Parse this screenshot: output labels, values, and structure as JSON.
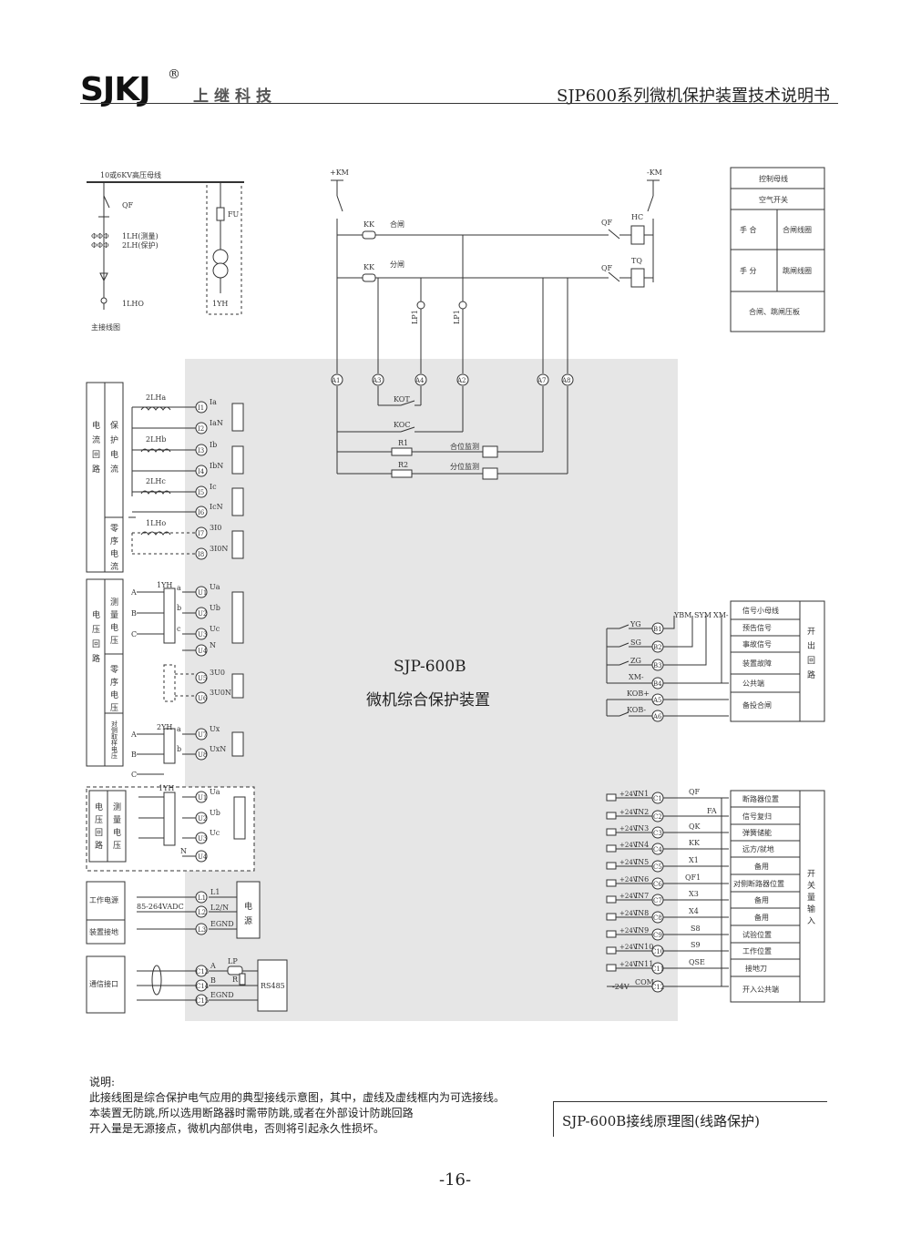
{
  "header": {
    "logo": "SJKJ",
    "registered": "®",
    "company": "上继科技",
    "doc_title": "SJP600系列微机保护装置技术说明书"
  },
  "main_wiring": {
    "bus_label": "10或6KV高压母线",
    "breaker": "QF",
    "ct_measure": "1LH(测量)",
    "ct_protect": "2LH(保护)",
    "zero_ct": "1LHO",
    "fuse": "FU",
    "pt": "1YH",
    "caption": "主接线图"
  },
  "control_circuit": {
    "pos_bus": "+KM",
    "neg_bus": "-KM",
    "kk": "KK",
    "close_label": "合闸",
    "open_label": "分闸",
    "qf": "QF",
    "hc": "HC",
    "tq": "TQ",
    "lp1": "LP1",
    "kot": "KOT",
    "koc": "KOC",
    "r1": "R1",
    "r2": "R2",
    "closed_monitor": "合位监测",
    "open_monitor": "分位监测",
    "terminals": [
      "A1",
      "A3",
      "A4",
      "A2",
      "A7",
      "A8"
    ]
  },
  "legend_table": {
    "row1": "控制母线",
    "row2": "空气开关",
    "row3_left": "手  合",
    "row3_right": "合闸线圈",
    "row4_left": "手  分",
    "row4_right": "跳闸线圈",
    "row5": "合闸、跳闸压板"
  },
  "current_circuit": {
    "group_label": [
      "电",
      "流",
      "回",
      "路"
    ],
    "prot_label": [
      "保",
      "护",
      "电",
      "流"
    ],
    "zero_label": [
      "零",
      "序",
      "电",
      "流"
    ],
    "ct_labels": [
      "2LHa",
      "2LHb",
      "2LHc",
      "1LHo"
    ],
    "terminals": [
      {
        "num": "I1",
        "sig": "Ia"
      },
      {
        "num": "I2",
        "sig": "IaN"
      },
      {
        "num": "I3",
        "sig": "Ib"
      },
      {
        "num": "I4",
        "sig": "IbN"
      },
      {
        "num": "I5",
        "sig": "Ic"
      },
      {
        "num": "I6",
        "sig": "IcN"
      },
      {
        "num": "I7",
        "sig": "3I0"
      },
      {
        "num": "I8",
        "sig": "3I0N"
      }
    ]
  },
  "voltage_circuit": {
    "group_label": [
      "电",
      "压",
      "回",
      "路"
    ],
    "meas_label": [
      "测",
      "量",
      "电",
      "压"
    ],
    "zero_label": [
      "零",
      "序",
      "电",
      "压"
    ],
    "remote_label": [
      "对",
      "侧",
      "取",
      "样",
      "电",
      "压"
    ],
    "pt1": "1YH",
    "pt2": "2YH",
    "phases": [
      "A",
      "B",
      "C"
    ],
    "taps": [
      "a",
      "b",
      "c"
    ],
    "n": "N",
    "terminals": [
      {
        "num": "U1",
        "sig": "Ua"
      },
      {
        "num": "U2",
        "sig": "Ub"
      },
      {
        "num": "U3",
        "sig": "Uc"
      },
      {
        "num": "U4",
        "sig": "N"
      },
      {
        "num": "U5",
        "sig": "3U0"
      },
      {
        "num": "U6",
        "sig": "3U0N"
      },
      {
        "num": "U7",
        "sig": "Ux"
      },
      {
        "num": "U8",
        "sig": "UxN"
      }
    ]
  },
  "optional_voltage": {
    "group_label": [
      "电",
      "压",
      "回",
      "路"
    ],
    "meas_label": [
      "测",
      "量",
      "电",
      "压"
    ],
    "pt": "1YH",
    "terminals": [
      {
        "num": "U1",
        "sig": "Ua"
      },
      {
        "num": "U2",
        "sig": "Ub"
      },
      {
        "num": "U3",
        "sig": "Uc"
      },
      {
        "num": "U4",
        "sig": "N"
      }
    ]
  },
  "power": {
    "work_power": "工作电源",
    "ground": "装置接地",
    "input": "85-264VADC",
    "box": "电源",
    "terminals": [
      {
        "num": "L1",
        "sig": "L1"
      },
      {
        "num": "L2",
        "sig": "L2/N"
      },
      {
        "num": "L3",
        "sig": "EGND"
      }
    ]
  },
  "comm": {
    "label": "通信接口",
    "lp": "LP",
    "r": "R",
    "box": "RS485",
    "terminals": [
      {
        "num": "C13",
        "sig": "A"
      },
      {
        "num": "C14",
        "sig": "B"
      },
      {
        "num": "C15",
        "sig": "EGND"
      }
    ]
  },
  "device": {
    "model": "SJP-600B",
    "name": "微机综合保护装置"
  },
  "signal_outputs": {
    "buses": [
      "YBM",
      "SYM",
      "XM-"
    ],
    "contacts": [
      {
        "label": "YG",
        "term": "B1"
      },
      {
        "label": "SG",
        "term": "B2"
      },
      {
        "label": "ZG",
        "term": "B3"
      },
      {
        "label": "XM-",
        "term": "B4"
      },
      {
        "label": "KOB+",
        "term": "A5"
      },
      {
        "label": "KOB-",
        "term": "A6"
      }
    ],
    "table": [
      "信号小母线",
      "预告信号",
      "事故信号",
      "装置故障",
      "公共端",
      "备投合闸"
    ],
    "group": [
      "开",
      "出",
      "回",
      "路"
    ]
  },
  "switch_inputs": {
    "volt": "+24V",
    "rows": [
      {
        "in": "IN1",
        "term": "C1",
        "contact": "QF",
        "desc": "断路器位置"
      },
      {
        "in": "IN2",
        "term": "C2",
        "contact": "FA",
        "desc": "信号复归"
      },
      {
        "in": "IN3",
        "term": "C3",
        "contact": "QK",
        "desc": "弹簧储能"
      },
      {
        "in": "IN4",
        "term": "C4",
        "contact": "KK",
        "desc": "远方/就地"
      },
      {
        "in": "IN5",
        "term": "C5",
        "contact": "X1",
        "desc": "备用"
      },
      {
        "in": "IN6",
        "term": "C6",
        "contact": "QF1",
        "desc": "对侧断路器位置"
      },
      {
        "in": "IN7",
        "term": "C7",
        "contact": "X3",
        "desc": "备用"
      },
      {
        "in": "IN8",
        "term": "C8",
        "contact": "X4",
        "desc": "备用"
      },
      {
        "in": "IN9",
        "term": "C9",
        "contact": "S8",
        "desc": "试验位置"
      },
      {
        "in": "IN10",
        "term": "C10",
        "contact": "S9",
        "desc": "工作位置"
      },
      {
        "in": "IN11",
        "term": "C11",
        "contact": "QSE",
        "desc": "接地刀"
      }
    ],
    "com_volt": "-24V",
    "com": "COM",
    "com_term": "C12",
    "com_desc": "开入公共端",
    "group": [
      "开",
      "关",
      "量",
      "输",
      "入"
    ]
  },
  "notes": {
    "title": "说明:",
    "lines": [
      "此接线图是综合保护电气应用的典型接线示意图，其中，虚线及虚线框内为可选接线。",
      "本装置无防跳,所以选用断路器时需带防跳,或者在外部设计防跳回路",
      "开入量是无源接点，微机内部供电，否则将引起永久性损坏。"
    ]
  },
  "caption": "SJP-600B接线原理图(线路保护)",
  "page_number": "-16-"
}
